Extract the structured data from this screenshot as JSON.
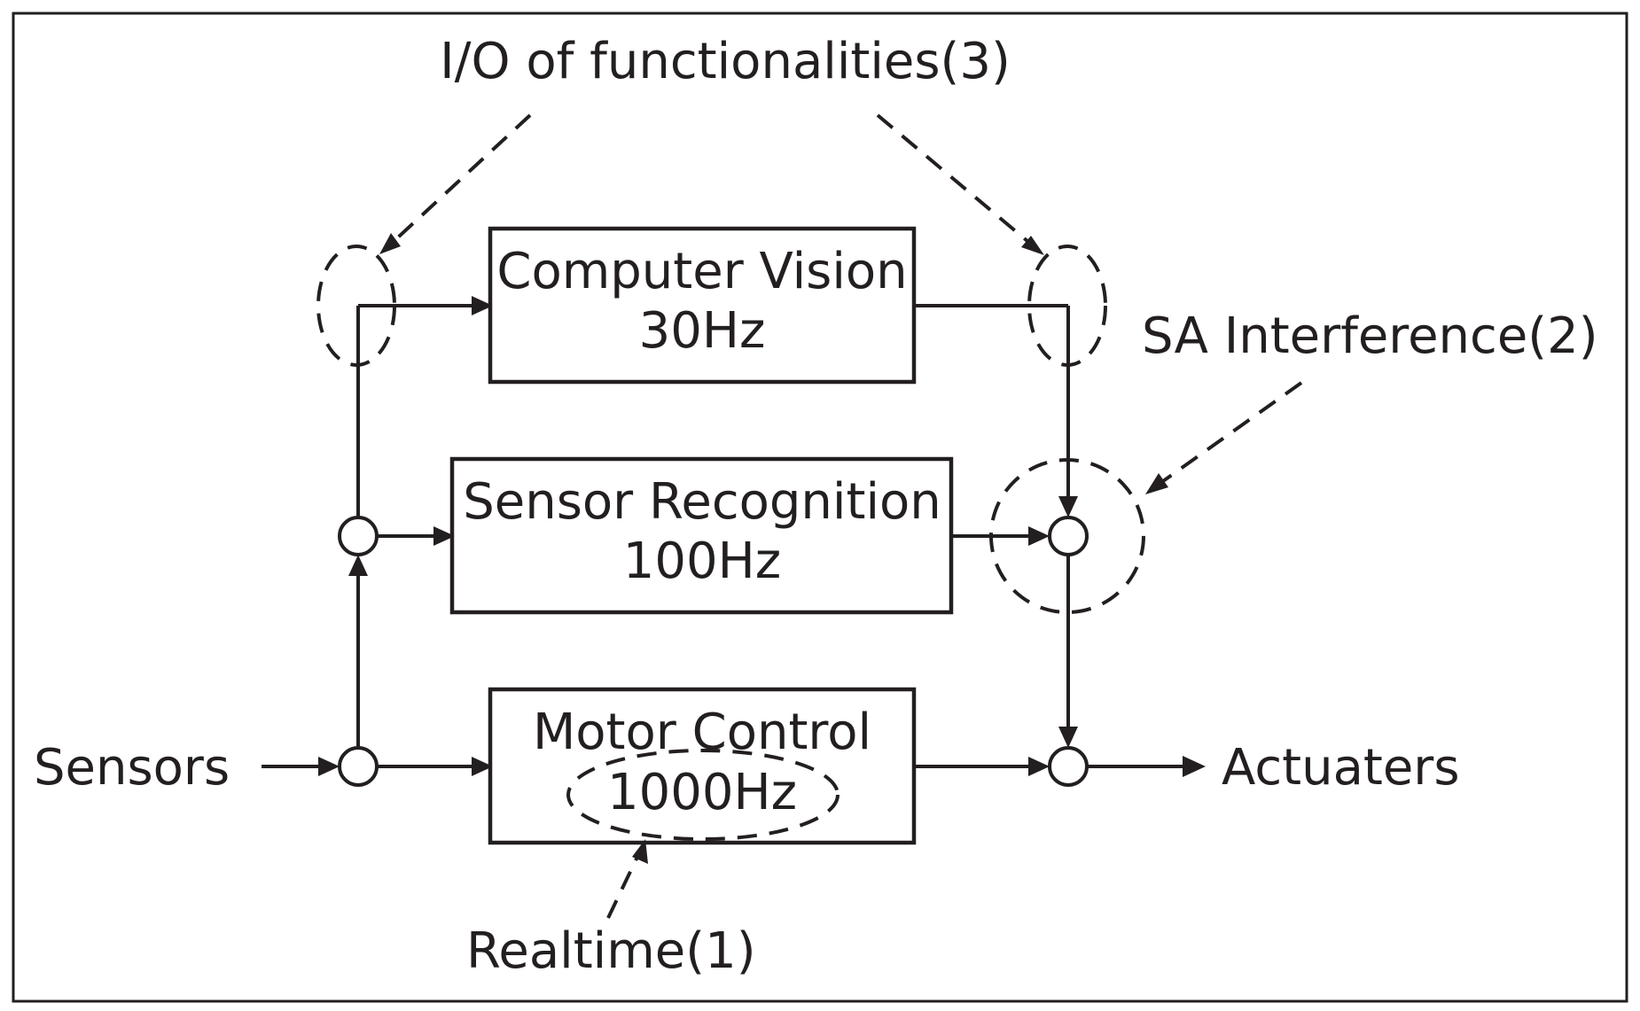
{
  "blocks": {
    "computer_vision": {
      "name": "Computer Vision",
      "rate": "30Hz"
    },
    "sensor_recognition": {
      "name": "Sensor Recognition",
      "rate": "100Hz"
    },
    "motor_control": {
      "name": "Motor Control",
      "rate": "1000Hz"
    }
  },
  "io": {
    "input": "Sensors",
    "output": "Actuaters"
  },
  "annotations": {
    "io_functionalities": "I/O of functionalities(3)",
    "sa_interference": "SA Interference(2)",
    "realtime": "Realtime(1)"
  },
  "colors": {
    "ink": "#231f20",
    "background": "#ffffff"
  }
}
